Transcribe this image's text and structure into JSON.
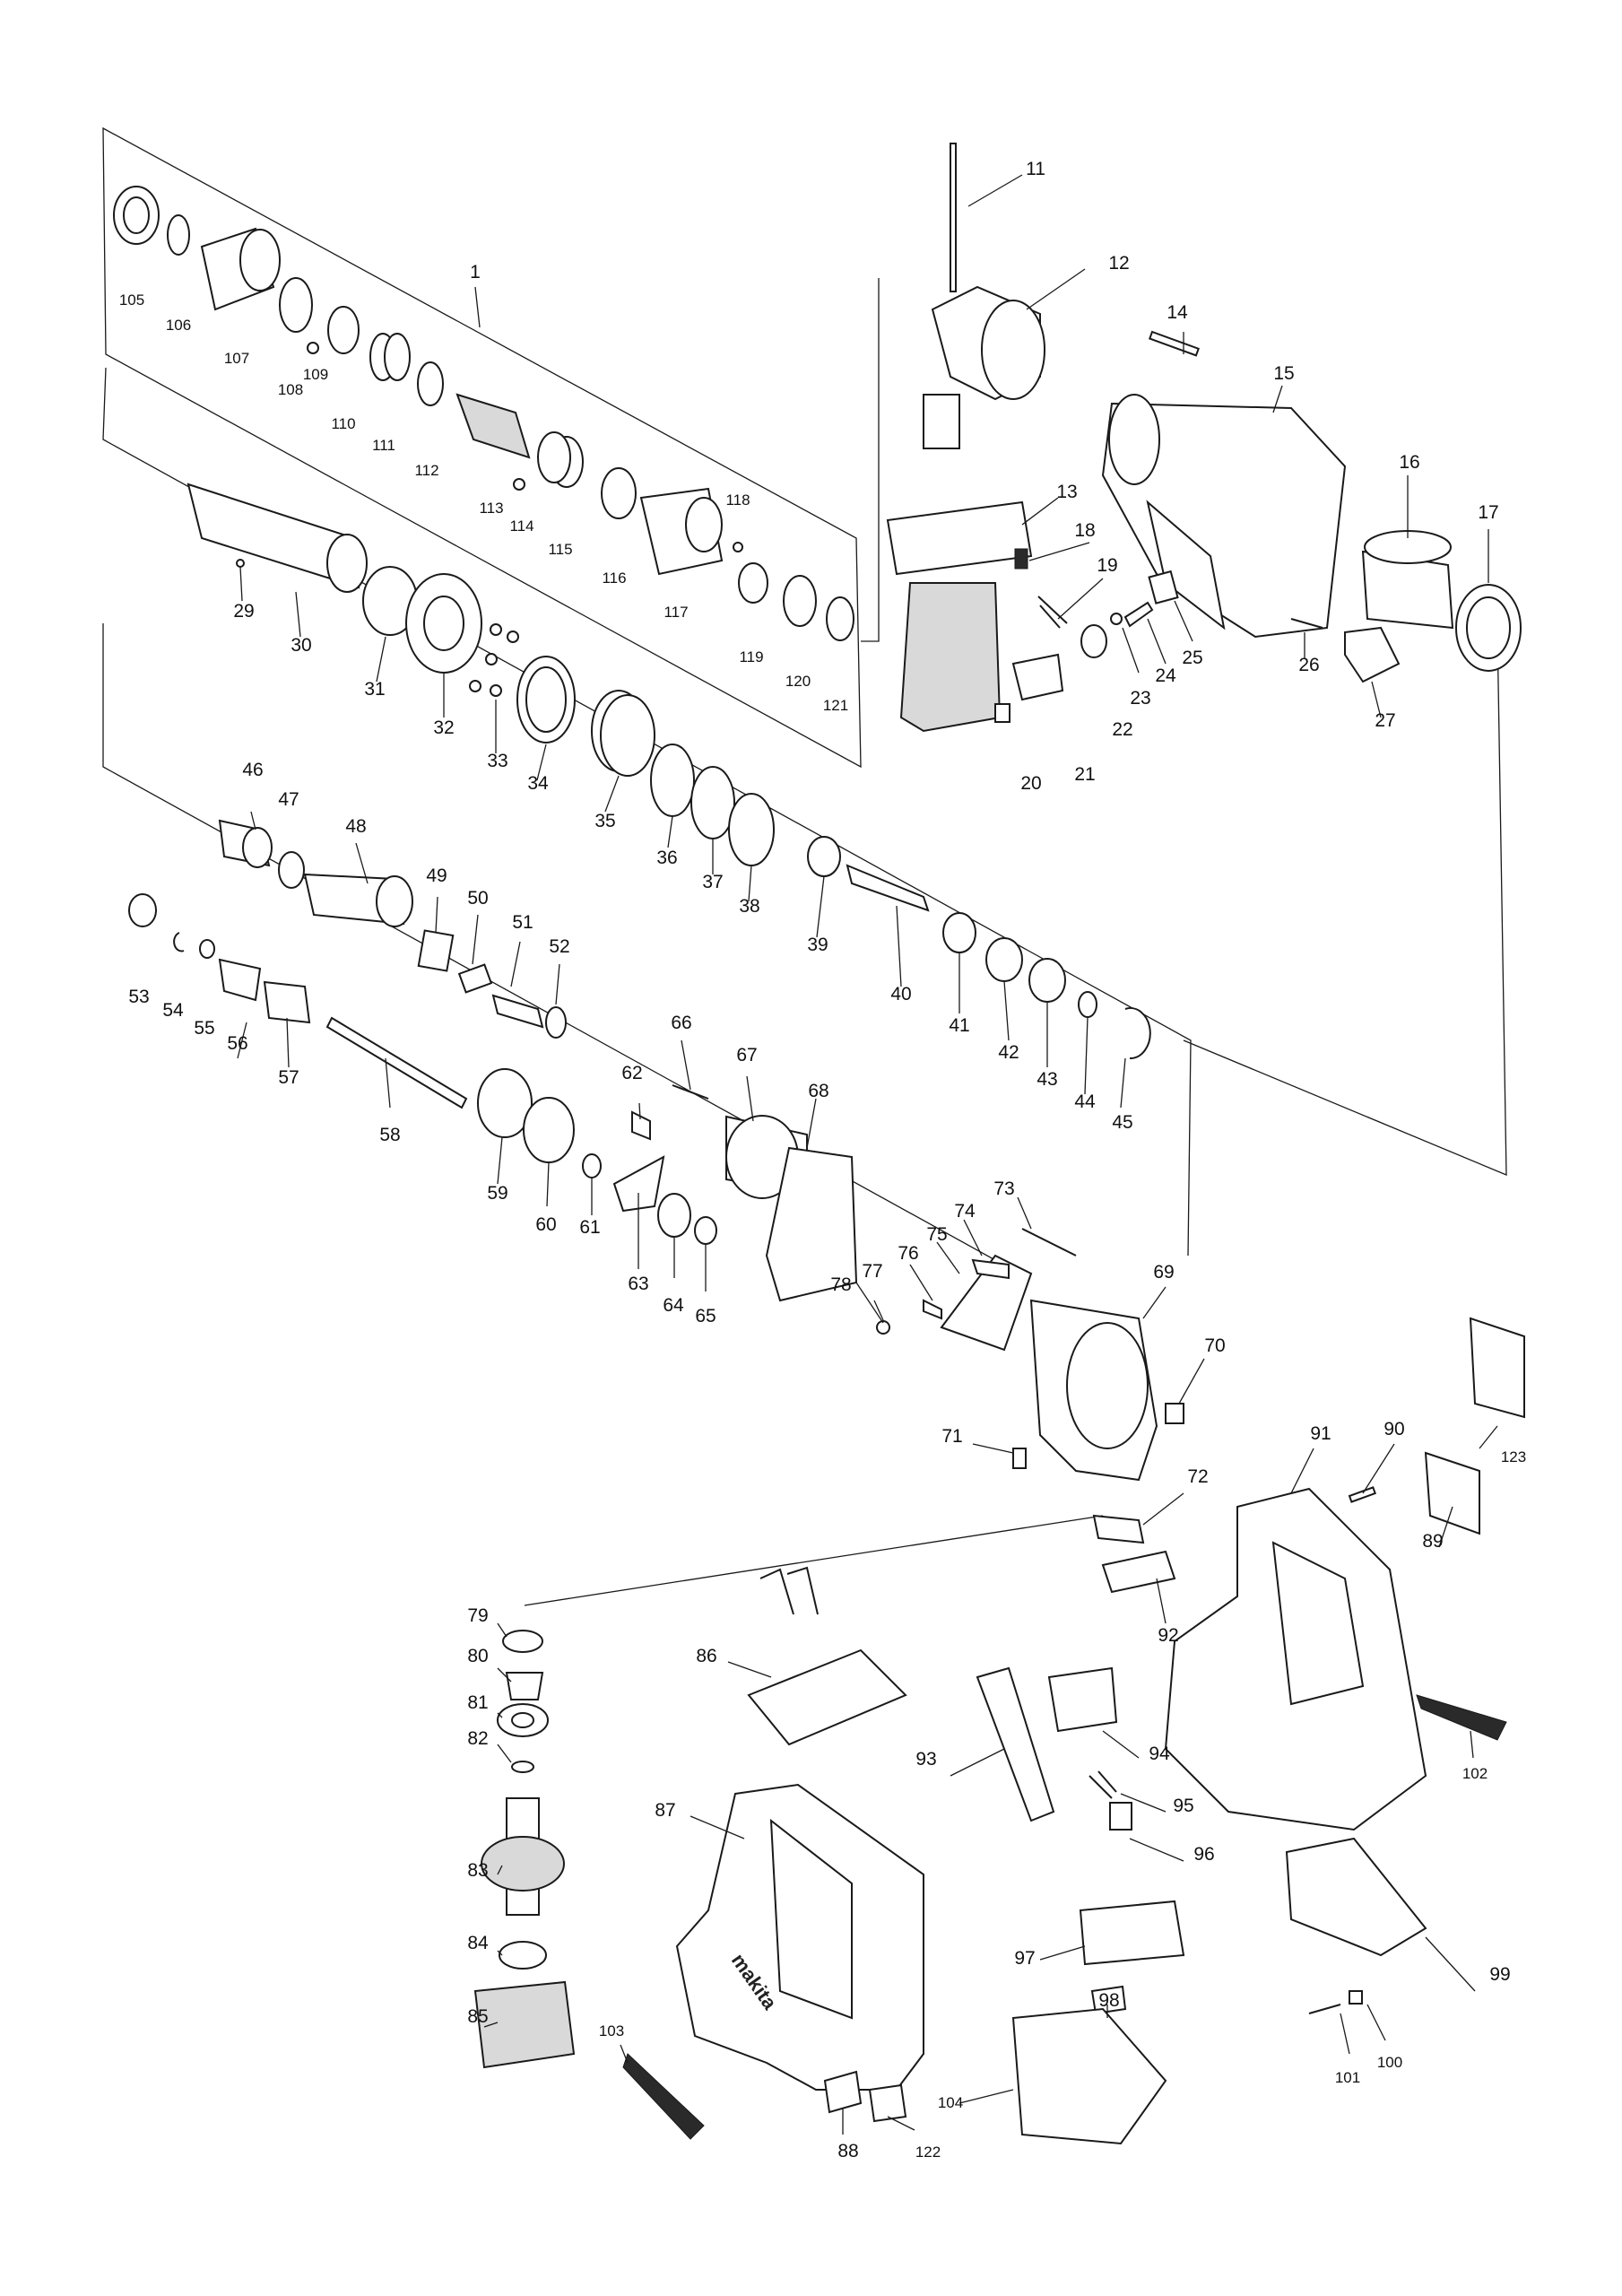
{
  "diagram": {
    "type": "exploded-parts-diagram",
    "parts": [
      {
        "no": "1"
      },
      {
        "no": "11"
      },
      {
        "no": "12"
      },
      {
        "no": "13"
      },
      {
        "no": "14"
      },
      {
        "no": "15"
      },
      {
        "no": "16"
      },
      {
        "no": "17"
      },
      {
        "no": "18"
      },
      {
        "no": "19"
      },
      {
        "no": "20"
      },
      {
        "no": "21"
      },
      {
        "no": "22"
      },
      {
        "no": "23"
      },
      {
        "no": "24"
      },
      {
        "no": "25"
      },
      {
        "no": "26"
      },
      {
        "no": "27"
      },
      {
        "no": "29"
      },
      {
        "no": "30"
      },
      {
        "no": "31"
      },
      {
        "no": "32"
      },
      {
        "no": "33"
      },
      {
        "no": "34"
      },
      {
        "no": "35"
      },
      {
        "no": "36"
      },
      {
        "no": "37"
      },
      {
        "no": "38"
      },
      {
        "no": "39"
      },
      {
        "no": "40"
      },
      {
        "no": "41"
      },
      {
        "no": "42"
      },
      {
        "no": "43"
      },
      {
        "no": "44"
      },
      {
        "no": "45"
      },
      {
        "no": "46"
      },
      {
        "no": "47"
      },
      {
        "no": "48"
      },
      {
        "no": "49"
      },
      {
        "no": "50"
      },
      {
        "no": "51"
      },
      {
        "no": "52"
      },
      {
        "no": "53"
      },
      {
        "no": "54"
      },
      {
        "no": "55"
      },
      {
        "no": "56"
      },
      {
        "no": "57"
      },
      {
        "no": "58"
      },
      {
        "no": "59"
      },
      {
        "no": "60"
      },
      {
        "no": "61"
      },
      {
        "no": "62"
      },
      {
        "no": "63"
      },
      {
        "no": "64"
      },
      {
        "no": "65"
      },
      {
        "no": "66"
      },
      {
        "no": "67"
      },
      {
        "no": "68"
      },
      {
        "no": "69"
      },
      {
        "no": "70"
      },
      {
        "no": "71"
      },
      {
        "no": "72"
      },
      {
        "no": "73"
      },
      {
        "no": "74"
      },
      {
        "no": "75"
      },
      {
        "no": "76"
      },
      {
        "no": "77"
      },
      {
        "no": "78"
      },
      {
        "no": "79"
      },
      {
        "no": "80"
      },
      {
        "no": "81"
      },
      {
        "no": "82"
      },
      {
        "no": "83"
      },
      {
        "no": "84"
      },
      {
        "no": "85"
      },
      {
        "no": "86"
      },
      {
        "no": "87"
      },
      {
        "no": "88"
      },
      {
        "no": "89"
      },
      {
        "no": "90"
      },
      {
        "no": "91"
      },
      {
        "no": "92"
      },
      {
        "no": "93"
      },
      {
        "no": "94"
      },
      {
        "no": "95"
      },
      {
        "no": "96"
      },
      {
        "no": "97"
      },
      {
        "no": "98"
      },
      {
        "no": "99"
      },
      {
        "no": "100"
      },
      {
        "no": "101"
      },
      {
        "no": "102"
      },
      {
        "no": "103"
      },
      {
        "no": "104"
      },
      {
        "no": "105"
      },
      {
        "no": "106"
      },
      {
        "no": "107"
      },
      {
        "no": "108"
      },
      {
        "no": "109"
      },
      {
        "no": "110"
      },
      {
        "no": "111"
      },
      {
        "no": "112"
      },
      {
        "no": "113"
      },
      {
        "no": "114"
      },
      {
        "no": "115"
      },
      {
        "no": "116"
      },
      {
        "no": "117"
      },
      {
        "no": "118"
      },
      {
        "no": "119"
      },
      {
        "no": "120"
      },
      {
        "no": "121"
      },
      {
        "no": "122"
      },
      {
        "no": "123"
      }
    ],
    "markings": {
      "handle_logo": "makita"
    }
  }
}
